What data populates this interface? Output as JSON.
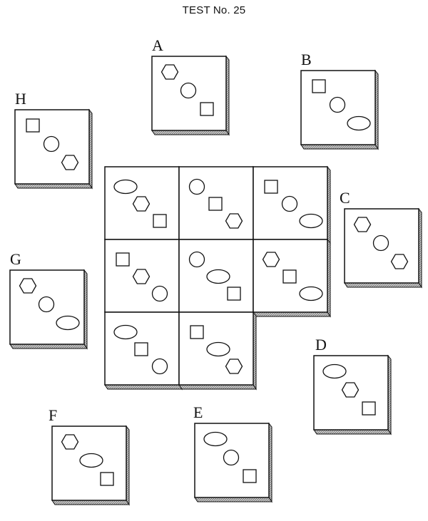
{
  "title": "TEST No. 25",
  "options": [
    {
      "label": "A",
      "shapes": [
        "hexagon",
        "circle",
        "square"
      ]
    },
    {
      "label": "B",
      "shapes": [
        "square",
        "circle",
        "ellipse"
      ]
    },
    {
      "label": "C",
      "shapes": [
        "hexagon",
        "circle",
        "hexagon"
      ]
    },
    {
      "label": "D",
      "shapes": [
        "ellipse",
        "hexagon",
        "square"
      ]
    },
    {
      "label": "E",
      "shapes": [
        "ellipse",
        "circle",
        "square"
      ]
    },
    {
      "label": "F",
      "shapes": [
        "hexagon",
        "ellipse",
        "square"
      ]
    },
    {
      "label": "G",
      "shapes": [
        "hexagon",
        "circle",
        "ellipse"
      ]
    },
    {
      "label": "H",
      "shapes": [
        "square",
        "circle",
        "hexagon"
      ]
    }
  ],
  "grid": [
    [
      "ellipse",
      "hexagon",
      "square"
    ],
    [
      "circle",
      "square",
      "hexagon"
    ],
    [
      "square",
      "circle",
      "ellipse"
    ],
    [
      "square",
      "hexagon",
      "circle"
    ],
    [
      "circle",
      "ellipse",
      "square"
    ],
    [
      "hexagon",
      "square",
      "ellipse"
    ],
    [
      "ellipse",
      "square",
      "circle"
    ],
    [
      "square",
      "ellipse",
      "hexagon"
    ]
  ]
}
